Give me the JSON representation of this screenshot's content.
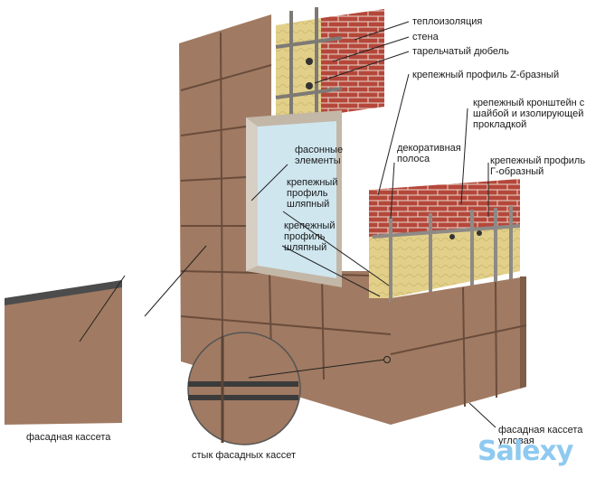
{
  "labels": {
    "thermal_insulation": "теплоизоляция",
    "wall": "стена",
    "plate_dowel": "тарельчатый дюбель",
    "z_profile": "крепежный профиль Z-бразный",
    "bracket": "крепежный кронштейн с\nшайбой и изолирующей\nпрокладкой",
    "decorative_strip": "декоративная\nполоса",
    "g_profile": "крепежный профиль\nГ-образный",
    "shaped_elements": "фасонные\nэлементы",
    "hat_profile_1": "крепежный\nпрофиль\nшляпный",
    "hat_profile_2": "крепежный\nпрофиль\nшляпный",
    "facade_cassette": "фасадная кассета",
    "cassette_joint": "стык фасадных кассет",
    "corner_cassette": "фасадная кассета\nугловая"
  },
  "watermark": "Salexy",
  "colors": {
    "cassette": "#a07a62",
    "cassette_dark": "#7e5d49",
    "brick": "#b5473a",
    "insulation": "#e2d08a",
    "profile": "#8d8a86",
    "glass": "#cfe6ef"
  }
}
